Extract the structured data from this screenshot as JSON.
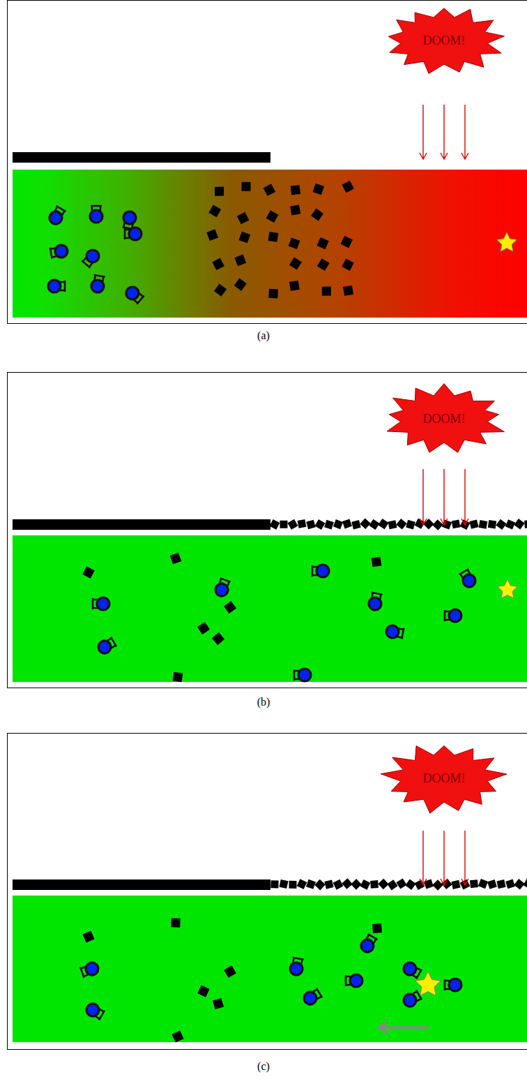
{
  "diagram": {
    "nodes": [
      {
        "text": [
          "DOOM!"
        ]
      },
      {
        "text": [
          "DOOM!"
        ]
      },
      {
        "text": [
          "DOOM!"
        ]
      }
    ],
    "labels": [
      "(a)",
      "(b)",
      "(c)"
    ]
  }
}
